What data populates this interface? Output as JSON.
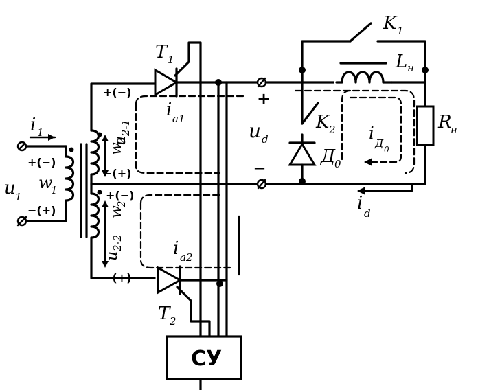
{
  "labels": {
    "T1": "T",
    "T1_sub": "1",
    "T2": "T",
    "T2_sub": "2",
    "K1": "K",
    "K1_sub": "1",
    "K2": "K",
    "K2_sub": "2",
    "LH": "L",
    "LH_sub": "н",
    "RH": "R",
    "RH_sub": "н",
    "D0": "Д",
    "D0_sub": "0",
    "ud": "u",
    "ud_sub": "d",
    "id": "i",
    "id_sub": "d",
    "iD0": "i",
    "iD0_sub": "Д",
    "iD0_subsub": "0",
    "ia1": "i",
    "ia1_sub": "a1",
    "ia2": "i",
    "ia2_sub": "a2",
    "i1": "i",
    "i1_sub": "1",
    "u1": "u",
    "u1_sub": "1",
    "w1": "w",
    "w1_sub": "1",
    "w2a": "w",
    "w2a_sub": "2",
    "w2b": "w",
    "w2b_sub": "2",
    "u21": "u",
    "u21_sub": "2-1",
    "u22": "u",
    "u22_sub": "2-2",
    "cy": "СУ",
    "plus": "+",
    "minus": "—",
    "pol_top": "+(−)",
    "pol_mid1": "−(+)",
    "pol_mid2": "+(−)",
    "pol_bot": "−(+)",
    "pol_w1_top": "+(−)",
    "pol_w1_bot": "−(+)"
  }
}
